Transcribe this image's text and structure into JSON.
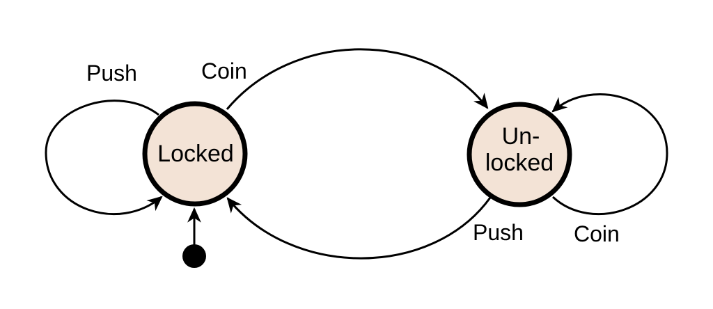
{
  "diagram": {
    "states": [
      {
        "id": "locked",
        "label": "Locked",
        "fill": "#f3e3d6",
        "stroke": "#000000"
      },
      {
        "id": "unlocked",
        "label_line1": "Un-",
        "label_line2": "locked",
        "fill": "#f3e3d6",
        "stroke": "#000000"
      }
    ],
    "transitions": {
      "locked_push": "Push",
      "locked_to_unlocked_coin": "Coin",
      "unlocked_to_locked_push": "Push",
      "unlocked_coin": "Coin"
    }
  }
}
